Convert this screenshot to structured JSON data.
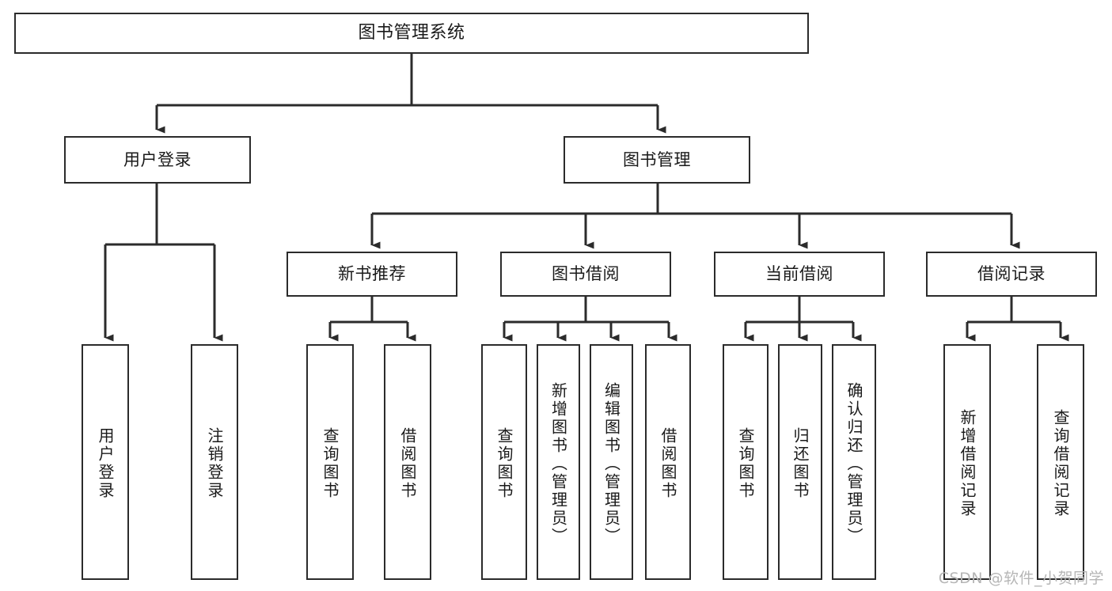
{
  "diagram": {
    "title": "图书管理系统",
    "type": "hierarchy-tree",
    "colors": {
      "box_border": "#2b2b2b",
      "box_fill": "#ffffff",
      "connector": "#2b2b2b",
      "text": "#1a1a1a",
      "watermark": "#b6b6b6"
    },
    "levels": {
      "root": {
        "label": "图书管理系统"
      },
      "level2": [
        {
          "label": "用户登录"
        },
        {
          "label": "图书管理"
        }
      ],
      "level3": [
        {
          "label": "新书推荐"
        },
        {
          "label": "图书借阅"
        },
        {
          "label": "当前借阅"
        },
        {
          "label": "借阅记录"
        }
      ],
      "leaves": {
        "user_login": [
          {
            "label": "用户登录"
          },
          {
            "label": "注销登录"
          }
        ],
        "new_book_recommend": [
          {
            "label": "查询图书"
          },
          {
            "label": "借阅图书"
          }
        ],
        "book_borrow": [
          {
            "label": "查询图书"
          },
          {
            "label": "新增图书（管理员）"
          },
          {
            "label": "编辑图书（管理员）"
          },
          {
            "label": "借阅图书"
          }
        ],
        "current_borrow": [
          {
            "label": "查询图书"
          },
          {
            "label": "归还图书"
          },
          {
            "label": "确认归还（管理员）"
          }
        ],
        "borrow_record": [
          {
            "label": "新增借阅记录"
          },
          {
            "label": "查询借阅记录"
          }
        ]
      }
    }
  },
  "watermark": {
    "text": "CSDN @软件_小贺同学"
  }
}
